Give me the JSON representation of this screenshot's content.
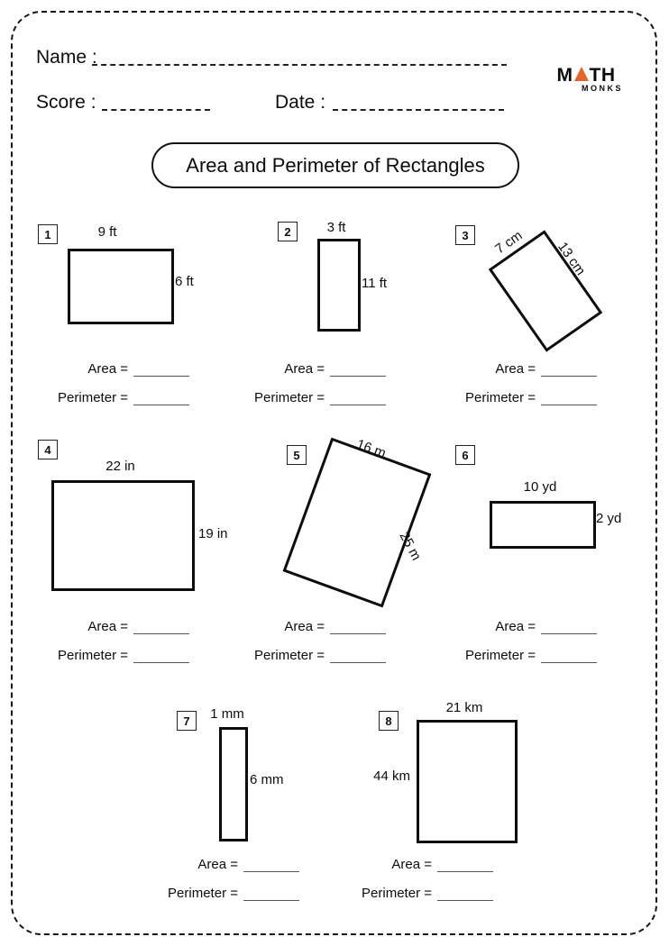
{
  "header": {
    "name_label": "Name :",
    "score_label": "Score :",
    "date_label": "Date :"
  },
  "logo": {
    "word_start": "M",
    "word_end": "TH",
    "subtitle": "MONKS",
    "triangle_color": "#e2662a"
  },
  "title": "Area and Perimeter of Rectangles",
  "answer_labels": {
    "area": "Area =",
    "perimeter": "Perimeter ="
  },
  "problems": [
    {
      "number": "1",
      "top_label": "9 ft",
      "side_label": "6 ft"
    },
    {
      "number": "2",
      "top_label": "3 ft",
      "side_label": "11 ft"
    },
    {
      "number": "3",
      "top_label": "7 cm",
      "side_label": "13 cm"
    },
    {
      "number": "4",
      "top_label": "22 in",
      "side_label": "19 in"
    },
    {
      "number": "5",
      "top_label": "16 m",
      "side_label": "25 m"
    },
    {
      "number": "6",
      "top_label": "10 yd",
      "side_label": "2 yd"
    },
    {
      "number": "7",
      "top_label": "1 mm",
      "side_label": "6 mm"
    },
    {
      "number": "8",
      "top_label": "21 km",
      "side_label": "44 km"
    }
  ]
}
